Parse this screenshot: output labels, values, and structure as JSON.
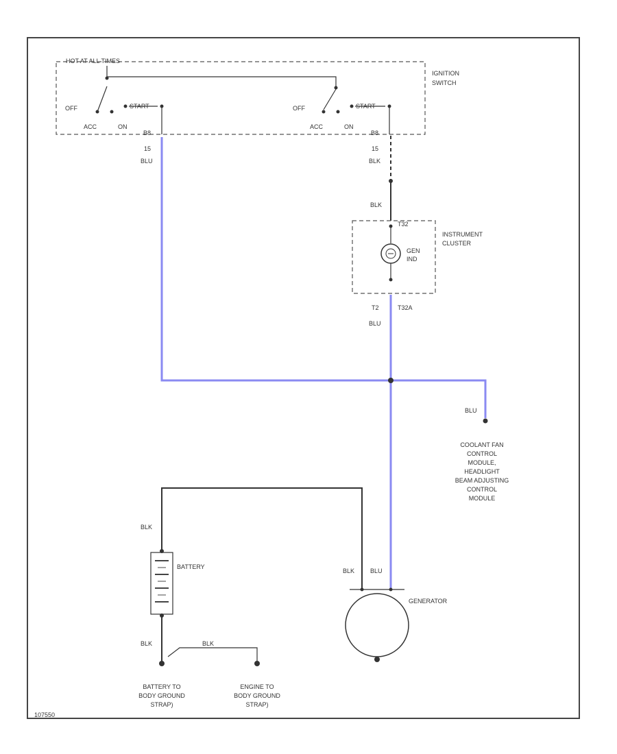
{
  "ignition": {
    "header": "HOT AT ALL TIMES",
    "name_line1": "IGNITION",
    "name_line2": "SWITCH",
    "left_switch": {
      "off": "OFF",
      "acc": "ACC",
      "on": "ON",
      "start": "START",
      "pin": "B8"
    },
    "right_switch": {
      "off": "OFF",
      "acc": "ACC",
      "on": "ON",
      "start": "START",
      "pin": "B8"
    }
  },
  "wires": {
    "left_pin": "15",
    "left_color": "BLU",
    "right_pin": "15",
    "right_color": "BLK",
    "cluster_in_color": "BLK",
    "cluster_out_pin": "T2",
    "cluster_out_conn": "T32A",
    "cluster_out_color": "BLU",
    "coolant_color": "BLU",
    "battery_top_color": "BLK",
    "battery_bottom_color": "BLK",
    "gen_left_color": "BLK",
    "gen_right_color": "BLU",
    "ground_strap_color": "BLK"
  },
  "cluster": {
    "name_line1": "INSTRUMENT",
    "name_line2": "CLUSTER",
    "connector": "T32",
    "indicator_line1": "GEN",
    "indicator_line2": "IND"
  },
  "coolant_module": [
    "COOLANT FAN",
    "CONTROL",
    "MODULE,",
    "HEADLIGHT",
    "BEAM ADJUSTING",
    "CONTROL",
    "MODULE"
  ],
  "battery": {
    "label": "BATTERY"
  },
  "generator": {
    "label": "GENERATOR"
  },
  "grounds": {
    "battery_ground": [
      "BATTERY TO",
      "BODY GROUND",
      "STRAP)"
    ],
    "engine_ground": [
      "ENGINE TO",
      "BODY GROUND",
      "STRAP)"
    ]
  },
  "figure_id": "107550"
}
